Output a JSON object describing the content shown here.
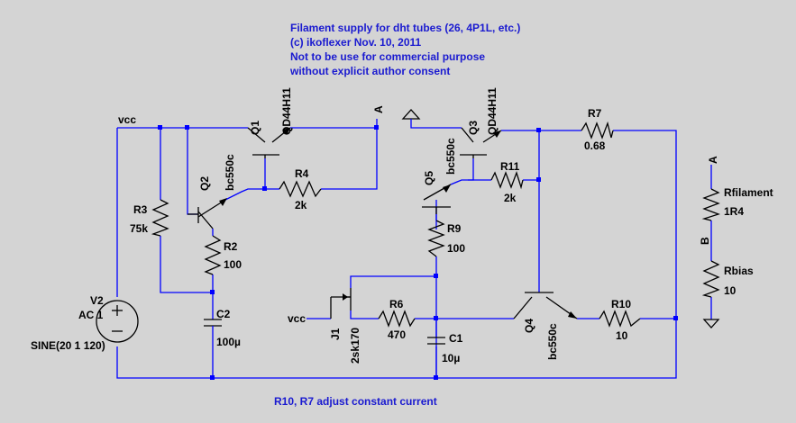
{
  "notes": {
    "line1": "Filament supply for dht tubes (26, 4P1L, etc.)",
    "line2": "(c) ikoflexer Nov. 10, 2011",
    "line3": "Not to be use for commercial purpose",
    "line4": "without explicit author consent",
    "bottom": "R10, R7 adjust constant current"
  },
  "nets": {
    "vcc": "vcc",
    "vcc2": "vcc",
    "a_left": "A",
    "a_right": "A",
    "b": "B"
  },
  "source": {
    "name": "V2",
    "ac": "AC 1",
    "sine": "SINE(20 1 120)"
  },
  "q1": {
    "name": "Q1",
    "model": "QD44H11"
  },
  "q2": {
    "name": "Q2",
    "model": "bc550c"
  },
  "q3": {
    "name": "Q3",
    "model": "QD44H11"
  },
  "q4": {
    "name": "Q4",
    "model": "bc550c"
  },
  "q5": {
    "name": "Q5",
    "model": "bc550c"
  },
  "j1": {
    "name": "J1",
    "model": "2sk170"
  },
  "r2": {
    "name": "R2",
    "value": "100"
  },
  "r3": {
    "name": "R3",
    "value": "75k"
  },
  "r4": {
    "name": "R4",
    "value": "2k"
  },
  "r6": {
    "name": "R6",
    "value": "470"
  },
  "r7": {
    "name": "R7",
    "value": "0.68"
  },
  "r9": {
    "name": "R9",
    "value": "100"
  },
  "r10": {
    "name": "R10",
    "value": "10"
  },
  "r11": {
    "name": "R11",
    "value": "2k"
  },
  "rfil": {
    "name": "Rfilament",
    "value": "1R4"
  },
  "rbias": {
    "name": "Rbias",
    "value": "10"
  },
  "c1": {
    "name": "C1",
    "value": "10µ"
  },
  "c2": {
    "name": "C2",
    "value": "100µ"
  }
}
